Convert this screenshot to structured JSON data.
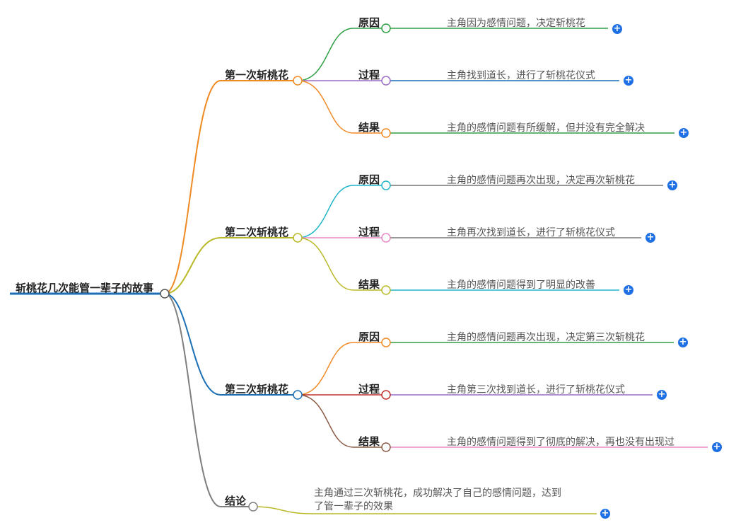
{
  "root": {
    "label": "斩桃花几次能管一辈子的故事",
    "color": "#1a6fb5"
  },
  "branches": [
    {
      "label": "第一次斩桃花",
      "color": "#f08a24",
      "children": [
        {
          "label": "原因",
          "color": "#2ea043",
          "text": "主角因为感情问题，决定斩桃花"
        },
        {
          "label": "过程",
          "color": "#9b6cc5",
          "lineColor": "#1a6fb5",
          "text": "主角找到道长，进行了斩桃花仪式"
        },
        {
          "label": "结果",
          "color": "#f08a24",
          "lineColor": "#2ea043",
          "text": "主角的感情问题有所缓解，但并没有完全解决"
        }
      ]
    },
    {
      "label": "第二次斩桃花",
      "color": "#b9b928",
      "children": [
        {
          "label": "原因",
          "color": "#1fb5c9",
          "lineColor": "#777777",
          "text": "主角的感情问题再次出现，决定再次斩桃花"
        },
        {
          "label": "过程",
          "color": "#e889c4",
          "lineColor": "#777777",
          "text": "主角再次找到道长，进行了斩桃花仪式"
        },
        {
          "label": "结果",
          "color": "#b9b928",
          "lineColor": "#1fb5c9",
          "text": "主角的感情问题得到了明显的改善"
        }
      ]
    },
    {
      "label": "第三次斩桃花",
      "color": "#1a6fb5",
      "children": [
        {
          "label": "原因",
          "color": "#f08a24",
          "lineColor": "#2ea043",
          "text": "主角的感情问题再次出现，决定第三次斩桃花"
        },
        {
          "label": "过程",
          "color": "#c0302b",
          "lineColor": "#9b6cc5",
          "text": "主角第三次找到道长，进行了斩桃花仪式"
        },
        {
          "label": "结果",
          "color": "#8a5a44",
          "lineColor": "#e889c4",
          "text": "主角的感情问题得到了彻底的解决，再也没有出现过"
        }
      ]
    },
    {
      "label": "结论",
      "color": "#7f7f7f",
      "lineColor": "#b9b928",
      "text_lines": [
        "主角通过三次斩桃花，成功解决了自己的感情问题，达到",
        "了管一辈子的效果"
      ]
    }
  ],
  "plus_icon": "plus-circle-icon",
  "plus_symbol": "+"
}
